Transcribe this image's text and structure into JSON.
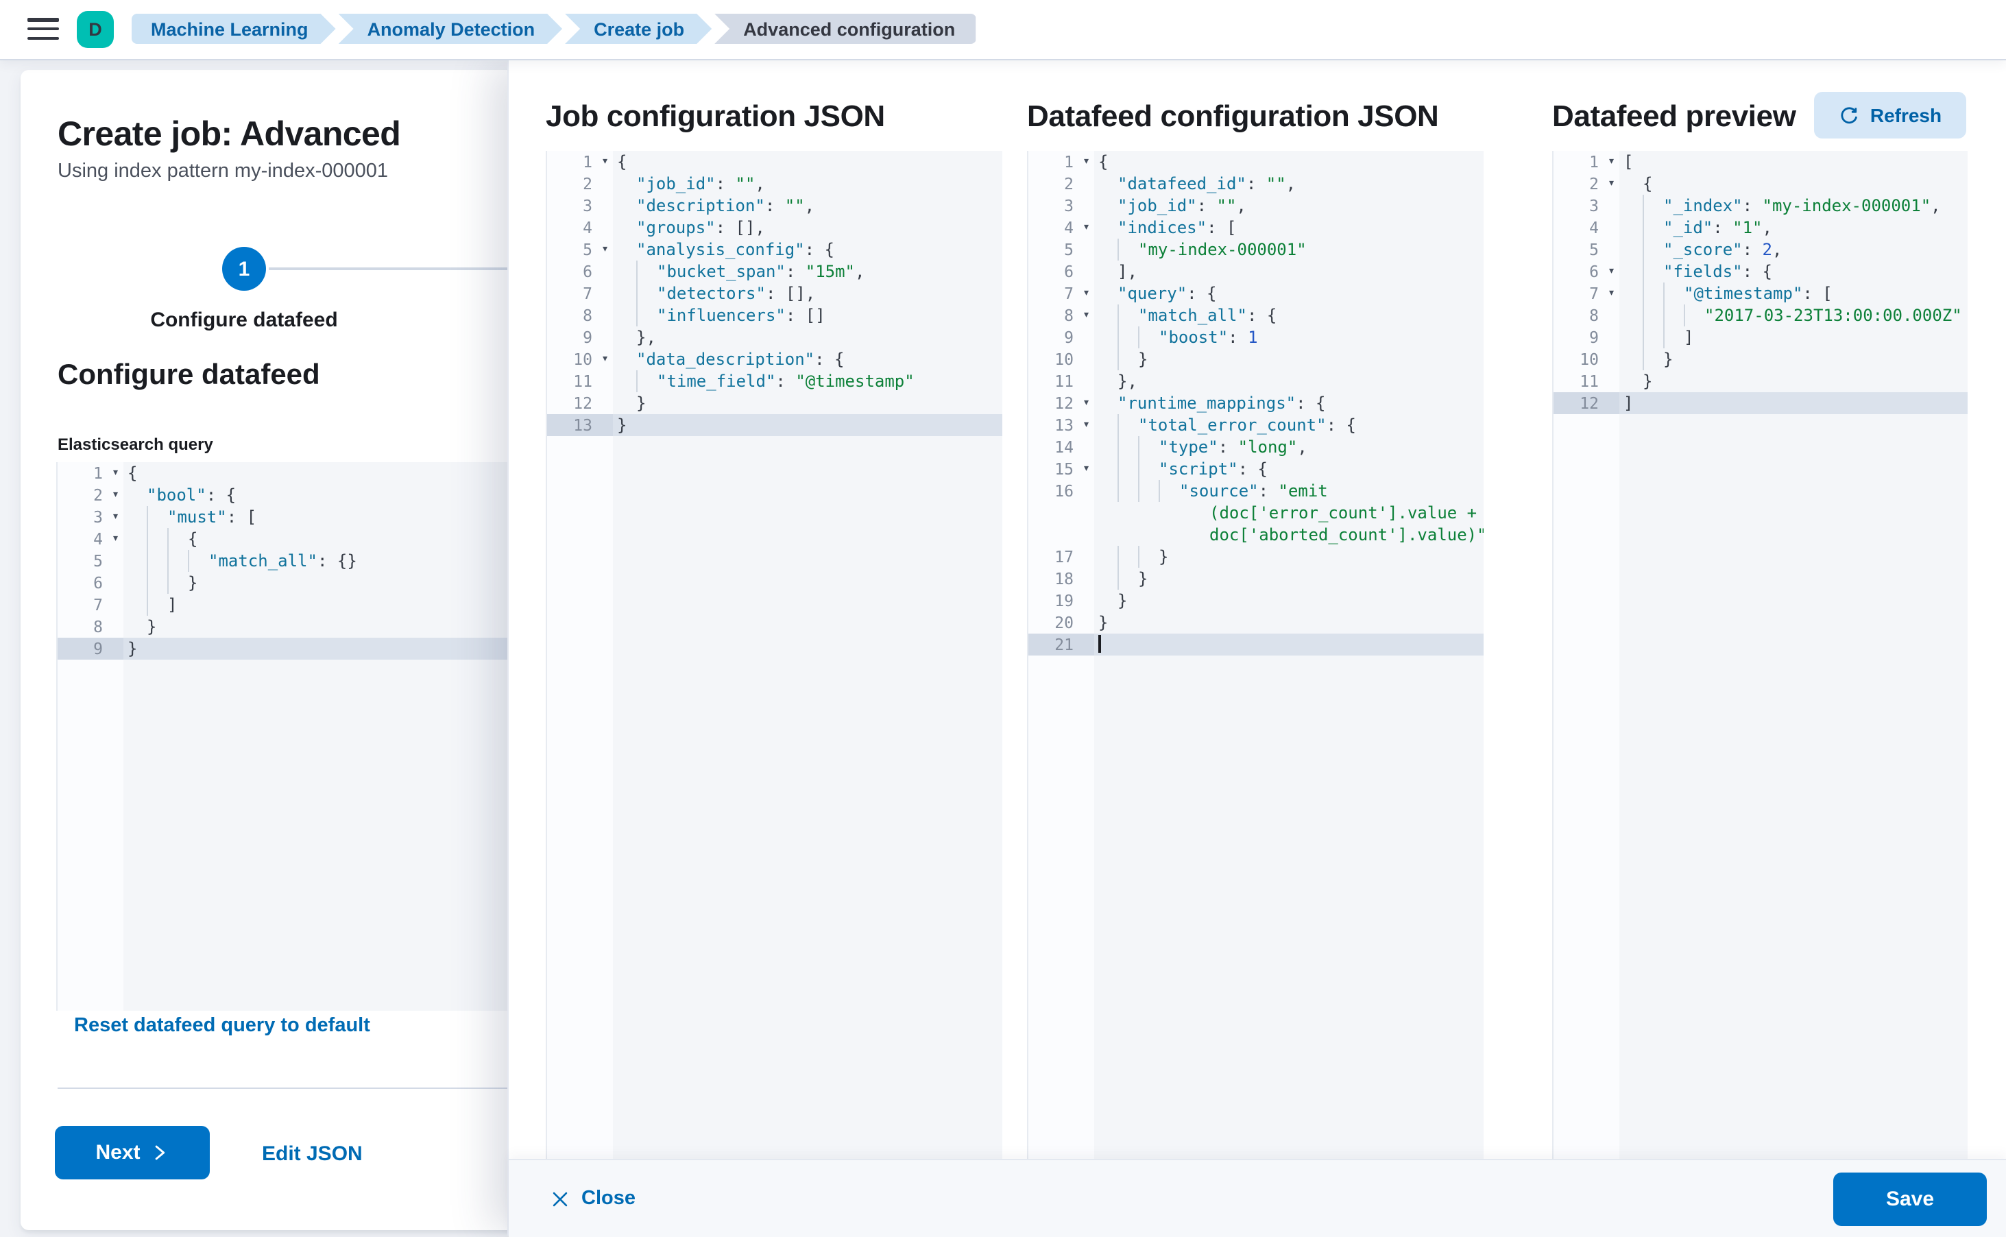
{
  "header": {
    "avatar_initial": "D",
    "breadcrumbs": [
      {
        "label": "Machine Learning"
      },
      {
        "label": "Anomaly Detection"
      },
      {
        "label": "Create job"
      },
      {
        "label": "Advanced configuration"
      }
    ]
  },
  "wizard": {
    "title": "Create job: Advanced",
    "subtitle": "Using index pattern my-index-000001",
    "step_number": "1",
    "step_label": "Configure datafeed",
    "section_heading": "Configure datafeed",
    "query_label": "Elasticsearch query",
    "reset_link": "Reset datafeed query to default",
    "next_label": "Next",
    "edit_json_label": "Edit JSON"
  },
  "flyout": {
    "job_title": "Job configuration JSON",
    "datafeed_title": "Datafeed configuration JSON",
    "preview_title": "Datafeed preview",
    "refresh_label": "Refresh",
    "close_label": "Close",
    "save_label": "Save"
  },
  "colors": {
    "primary_button": "#0073c6",
    "link_blue": "#006bb4",
    "breadcrumb_bg": "#cde3f5",
    "breadcrumb_text": "#0a63a6",
    "breadcrumb_current_bg": "#d3dae6",
    "avatar_teal": "#00bfb3",
    "step_blue": "#0077cc",
    "code_key": "#11739c",
    "code_string": "#0c8038",
    "code_number": "#2457c5",
    "code_active_line": "#dbe2ec",
    "editor_bg": "#f4f6f9"
  },
  "editors": {
    "es_query": {
      "lines": [
        {
          "n": 1,
          "fold": true,
          "i": 0,
          "t": [
            [
              "p",
              "{"
            ]
          ]
        },
        {
          "n": 2,
          "fold": true,
          "i": 1,
          "t": [
            [
              "k",
              "\"bool\""
            ],
            [
              "p",
              ": {"
            ]
          ]
        },
        {
          "n": 3,
          "fold": true,
          "i": 2,
          "t": [
            [
              "k",
              "\"must\""
            ],
            [
              "p",
              ": ["
            ]
          ]
        },
        {
          "n": 4,
          "fold": true,
          "i": 3,
          "t": [
            [
              "p",
              "{"
            ]
          ]
        },
        {
          "n": 5,
          "i": 4,
          "t": [
            [
              "k",
              "\"match_all\""
            ],
            [
              "p",
              ": {}"
            ]
          ]
        },
        {
          "n": 6,
          "i": 3,
          "t": [
            [
              "p",
              "}"
            ]
          ]
        },
        {
          "n": 7,
          "i": 2,
          "t": [
            [
              "p",
              "]"
            ]
          ]
        },
        {
          "n": 8,
          "i": 1,
          "t": [
            [
              "p",
              "}"
            ]
          ]
        },
        {
          "n": 9,
          "i": 0,
          "t": [
            [
              "p",
              "}"
            ]
          ],
          "active": true
        }
      ]
    },
    "job_config": {
      "lines": [
        {
          "n": 1,
          "fold": true,
          "i": 0,
          "t": [
            [
              "p",
              "{"
            ]
          ]
        },
        {
          "n": 2,
          "i": 1,
          "t": [
            [
              "k",
              "\"job_id\""
            ],
            [
              "p",
              ": "
            ],
            [
              "s",
              "\"\""
            ],
            [
              "p",
              ","
            ]
          ]
        },
        {
          "n": 3,
          "i": 1,
          "t": [
            [
              "k",
              "\"description\""
            ],
            [
              "p",
              ": "
            ],
            [
              "s",
              "\"\""
            ],
            [
              "p",
              ","
            ]
          ]
        },
        {
          "n": 4,
          "i": 1,
          "t": [
            [
              "k",
              "\"groups\""
            ],
            [
              "p",
              ": [],"
            ]
          ]
        },
        {
          "n": 5,
          "fold": true,
          "i": 1,
          "t": [
            [
              "k",
              "\"analysis_config\""
            ],
            [
              "p",
              ": {"
            ]
          ]
        },
        {
          "n": 6,
          "i": 2,
          "t": [
            [
              "k",
              "\"bucket_span\""
            ],
            [
              "p",
              ": "
            ],
            [
              "s",
              "\"15m\""
            ],
            [
              "p",
              ","
            ]
          ]
        },
        {
          "n": 7,
          "i": 2,
          "t": [
            [
              "k",
              "\"detectors\""
            ],
            [
              "p",
              ": [],"
            ]
          ]
        },
        {
          "n": 8,
          "i": 2,
          "t": [
            [
              "k",
              "\"influencers\""
            ],
            [
              "p",
              ": []"
            ]
          ]
        },
        {
          "n": 9,
          "i": 1,
          "t": [
            [
              "p",
              "},"
            ]
          ]
        },
        {
          "n": 10,
          "fold": true,
          "i": 1,
          "t": [
            [
              "k",
              "\"data_description\""
            ],
            [
              "p",
              ": {"
            ]
          ]
        },
        {
          "n": 11,
          "i": 2,
          "t": [
            [
              "k",
              "\"time_field\""
            ],
            [
              "p",
              ": "
            ],
            [
              "s",
              "\"@timestamp\""
            ]
          ]
        },
        {
          "n": 12,
          "i": 1,
          "t": [
            [
              "p",
              "}"
            ]
          ]
        },
        {
          "n": 13,
          "i": 0,
          "t": [
            [
              "p",
              "}"
            ]
          ],
          "active": true
        }
      ]
    },
    "datafeed_config": {
      "lines": [
        {
          "n": 1,
          "fold": true,
          "i": 0,
          "t": [
            [
              "p",
              "{"
            ]
          ]
        },
        {
          "n": 2,
          "i": 1,
          "t": [
            [
              "k",
              "\"datafeed_id\""
            ],
            [
              "p",
              ": "
            ],
            [
              "s",
              "\"\""
            ],
            [
              "p",
              ","
            ]
          ]
        },
        {
          "n": 3,
          "i": 1,
          "t": [
            [
              "k",
              "\"job_id\""
            ],
            [
              "p",
              ": "
            ],
            [
              "s",
              "\"\""
            ],
            [
              "p",
              ","
            ]
          ]
        },
        {
          "n": 4,
          "fold": true,
          "i": 1,
          "t": [
            [
              "k",
              "\"indices\""
            ],
            [
              "p",
              ": ["
            ]
          ]
        },
        {
          "n": 5,
          "i": 2,
          "t": [
            [
              "s",
              "\"my-index-000001\""
            ]
          ]
        },
        {
          "n": 6,
          "i": 1,
          "t": [
            [
              "p",
              "],"
            ]
          ]
        },
        {
          "n": 7,
          "fold": true,
          "i": 1,
          "t": [
            [
              "k",
              "\"query\""
            ],
            [
              "p",
              ": {"
            ]
          ]
        },
        {
          "n": 8,
          "fold": true,
          "i": 2,
          "t": [
            [
              "k",
              "\"match_all\""
            ],
            [
              "p",
              ": {"
            ]
          ]
        },
        {
          "n": 9,
          "i": 3,
          "t": [
            [
              "k",
              "\"boost\""
            ],
            [
              "p",
              ": "
            ],
            [
              "n2",
              "1"
            ]
          ]
        },
        {
          "n": 10,
          "i": 2,
          "t": [
            [
              "p",
              "}"
            ]
          ]
        },
        {
          "n": 11,
          "i": 1,
          "t": [
            [
              "p",
              "},"
            ]
          ]
        },
        {
          "n": 12,
          "fold": true,
          "i": 1,
          "t": [
            [
              "k",
              "\"runtime_mappings\""
            ],
            [
              "p",
              ": {"
            ]
          ]
        },
        {
          "n": 13,
          "fold": true,
          "i": 2,
          "t": [
            [
              "k",
              "\"total_error_count\""
            ],
            [
              "p",
              ": {"
            ]
          ]
        },
        {
          "n": 14,
          "i": 3,
          "t": [
            [
              "k",
              "\"type\""
            ],
            [
              "p",
              ": "
            ],
            [
              "s",
              "\"long\""
            ],
            [
              "p",
              ","
            ]
          ]
        },
        {
          "n": 15,
          "fold": true,
          "i": 3,
          "t": [
            [
              "k",
              "\"script\""
            ],
            [
              "p",
              ": {"
            ]
          ]
        },
        {
          "n": 16,
          "i": 4,
          "t": [
            [
              "k",
              "\"source\""
            ],
            [
              "p",
              ": "
            ],
            [
              "s",
              "\"emit"
            ]
          ]
        },
        {
          "cont": true,
          "t": [
            [
              "s",
              "(doc['error_count'].value +"
            ]
          ]
        },
        {
          "cont": true,
          "t": [
            [
              "s",
              "doc['aborted_count'].value)\""
            ]
          ]
        },
        {
          "n": 17,
          "i": 3,
          "t": [
            [
              "p",
              "}"
            ]
          ]
        },
        {
          "n": 18,
          "i": 2,
          "t": [
            [
              "p",
              "}"
            ]
          ]
        },
        {
          "n": 19,
          "i": 1,
          "t": [
            [
              "p",
              "}"
            ]
          ]
        },
        {
          "n": 20,
          "i": 0,
          "t": [
            [
              "p",
              "}"
            ]
          ]
        },
        {
          "n": 21,
          "i": 0,
          "t": [],
          "active": true,
          "cursor": true
        }
      ]
    },
    "datafeed_preview": {
      "lines": [
        {
          "n": 1,
          "fold": true,
          "i": 0,
          "t": [
            [
              "p",
              "["
            ]
          ]
        },
        {
          "n": 2,
          "fold": true,
          "i": 1,
          "t": [
            [
              "p",
              "{"
            ]
          ]
        },
        {
          "n": 3,
          "i": 2,
          "t": [
            [
              "k",
              "\"_index\""
            ],
            [
              "p",
              ": "
            ],
            [
              "s",
              "\"my-index-000001\""
            ],
            [
              "p",
              ","
            ]
          ]
        },
        {
          "n": 4,
          "i": 2,
          "t": [
            [
              "k",
              "\"_id\""
            ],
            [
              "p",
              ": "
            ],
            [
              "s",
              "\"1\""
            ],
            [
              "p",
              ","
            ]
          ]
        },
        {
          "n": 5,
          "i": 2,
          "t": [
            [
              "k",
              "\"_score\""
            ],
            [
              "p",
              ": "
            ],
            [
              "n2",
              "2"
            ],
            [
              "p",
              ","
            ]
          ]
        },
        {
          "n": 6,
          "fold": true,
          "i": 2,
          "t": [
            [
              "k",
              "\"fields\""
            ],
            [
              "p",
              ": {"
            ]
          ]
        },
        {
          "n": 7,
          "fold": true,
          "i": 3,
          "t": [
            [
              "k",
              "\"@timestamp\""
            ],
            [
              "p",
              ": ["
            ]
          ]
        },
        {
          "n": 8,
          "i": 4,
          "t": [
            [
              "s",
              "\"2017-03-23T13:00:00.000Z\""
            ]
          ]
        },
        {
          "n": 9,
          "i": 3,
          "t": [
            [
              "p",
              "]"
            ]
          ]
        },
        {
          "n": 10,
          "i": 2,
          "t": [
            [
              "p",
              "}"
            ]
          ]
        },
        {
          "n": 11,
          "i": 1,
          "t": [
            [
              "p",
              "}"
            ]
          ]
        },
        {
          "n": 12,
          "i": 0,
          "t": [
            [
              "p",
              "]"
            ]
          ],
          "active": true
        }
      ]
    }
  }
}
